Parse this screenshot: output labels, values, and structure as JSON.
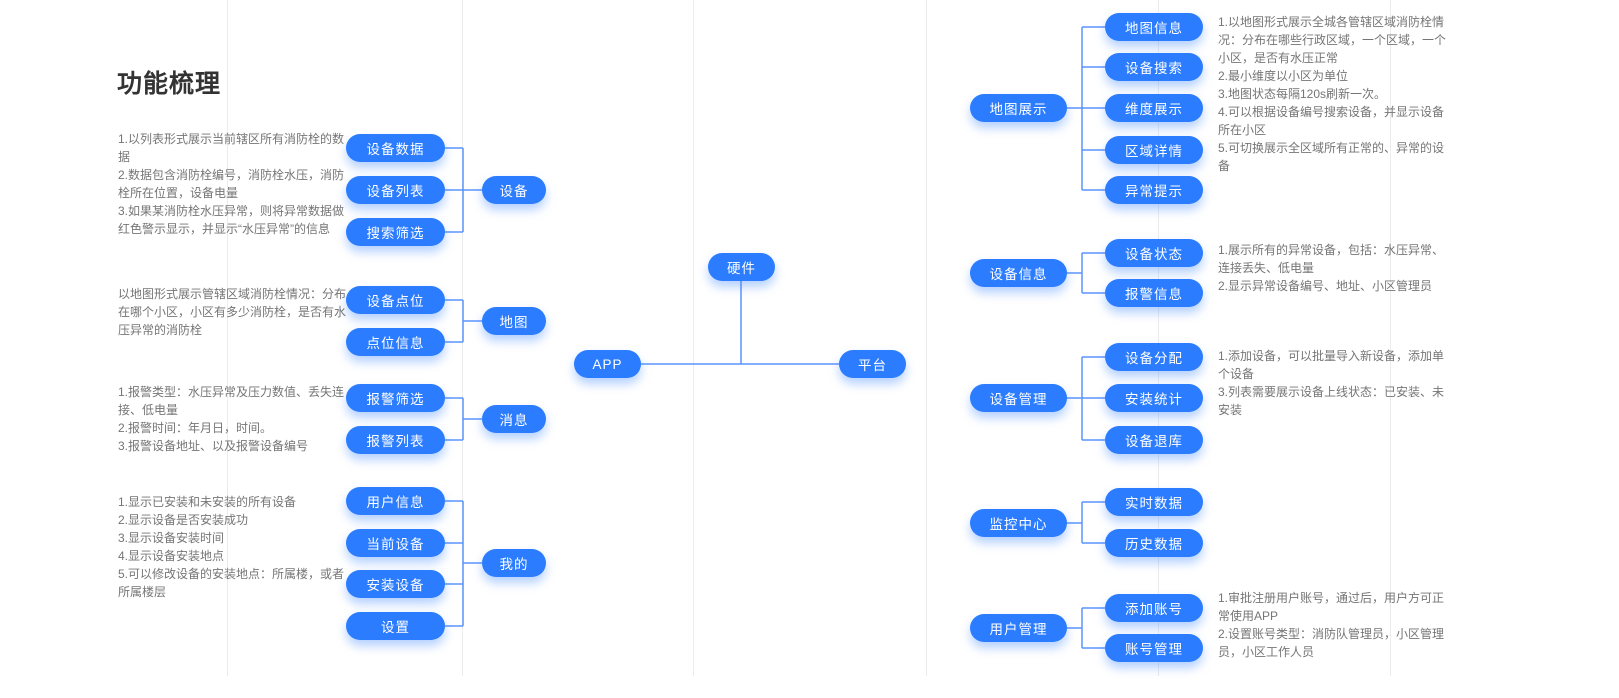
{
  "title": "功能梳理",
  "colors": {
    "pill_blue": "#2b7cff",
    "connector_blue": "#5b94fd",
    "note_gray": "#757575",
    "title_dark": "#333333",
    "gridline_gray": "#ececec"
  },
  "core": {
    "app": "APP",
    "hardware": "硬件",
    "platform": "平台"
  },
  "app_groups": [
    {
      "parent": "设备",
      "children": [
        "设备数据",
        "设备列表",
        "搜索筛选"
      ]
    },
    {
      "parent": "地图",
      "children": [
        "设备点位",
        "点位信息"
      ]
    },
    {
      "parent": "消息",
      "children": [
        "报警筛选",
        "报警列表"
      ]
    },
    {
      "parent": "我的",
      "children": [
        "用户信息",
        "当前设备",
        "安装设备",
        "设置"
      ]
    }
  ],
  "platform_groups": [
    {
      "parent": "地图展示",
      "children": [
        "地图信息",
        "设备搜索",
        "维度展示",
        "区域详情",
        "异常提示"
      ]
    },
    {
      "parent": "设备信息",
      "children": [
        "设备状态",
        "报警信息"
      ]
    },
    {
      "parent": "设备管理",
      "children": [
        "设备分配",
        "安装统计",
        "设备退库"
      ]
    },
    {
      "parent": "监控中心",
      "children": [
        "实时数据",
        "历史数据"
      ]
    },
    {
      "parent": "用户管理",
      "children": [
        "添加账号",
        "账号管理"
      ]
    }
  ],
  "notes": {
    "left": [
      "1.以列表形式展示当前辖区所有消防栓的数\n据\n2.数据包含消防栓编号，消防栓水压，消防\n栓所在位置，设备电量\n3.如果某消防栓水压异常，则将异常数据做\n红色警示显示，并显示“水压异常”的信息",
      "以地图形式展示管辖区域消防栓情况：分布\n在哪个小区，小区有多少消防栓，是否有水\n压异常的消防栓",
      "1.报警类型：水压异常及压力数值、丢失连\n接、低电量\n2.报警时间：年月日，时间。\n3.报警设备地址、以及报警设备编号",
      "1.显示已安装和未安装的所有设备\n2.显示设备是否安装成功\n3.显示设备安装时间\n4.显示设备安装地点\n5.可以修改设备的安装地点：所属楼，或者\n所属楼层"
    ],
    "right": [
      "1.以地图形式展示全城各管辖区域消防栓情\n况：分布在哪些行政区域，一个区域，一个\n小区，是否有水压正常\n2.最小维度以小区为单位\n3.地图状态每隔120s刷新一次。\n4.可以根据设备编号搜索设备，并显示设备\n所在小区\n5.可切换展示全区域所有正常的、异常的设\n备",
      "1.展示所有的异常设备，包括：水压异常、\n连接丢失、低电量\n2.显示异常设备编号、地址、小区管理员",
      "1.添加设备，可以批量导入新设备，添加单\n个设备\n3.列表需要展示设备上线状态：已安装、未\n安装",
      "1.审批注册用户账号，通过后，用户方可正\n常使用APP\n2.设置账号类型：消防队管理员，小区管理\n员，小区工作人员"
    ]
  }
}
